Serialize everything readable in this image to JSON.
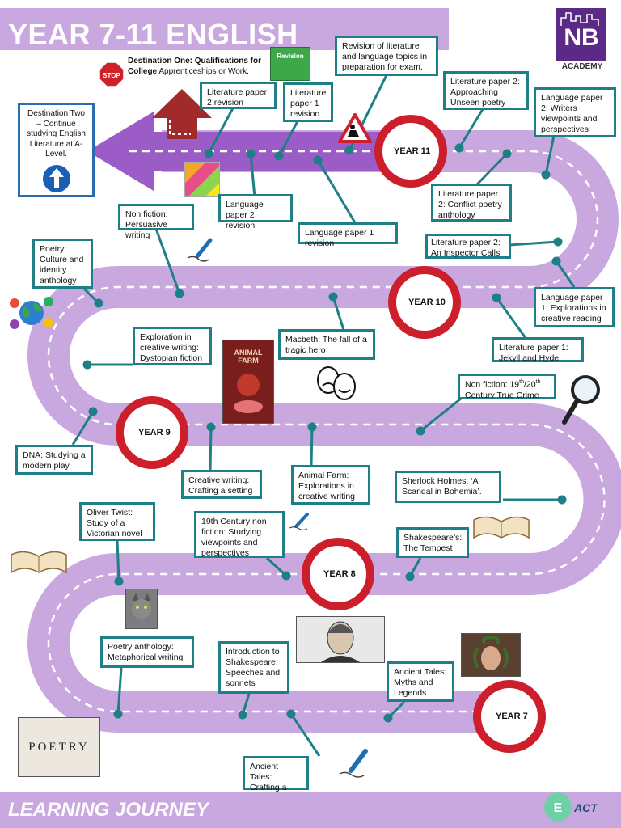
{
  "header": {
    "title": "YEAR 7-11 ENGLISH"
  },
  "footer": {
    "title": "LEARNING JOURNEY"
  },
  "logo": {
    "letters": "NB",
    "subtitle": "ACADEMY"
  },
  "destination_one": {
    "title": "Destination One: Qualifications for College",
    "text": " Apprenticeships or Work."
  },
  "stop_sign": "STOP",
  "revision_sign": "Revision",
  "poetry_sign": "POETRY",
  "animal_farm_cover": "ANIMAL FARM",
  "eact_logo": "ACT",
  "destination_two": {
    "text": "Destination Two – Continue studying English Literature at A-Level."
  },
  "years": {
    "y11": "YEAR 11",
    "y10": "YEAR 10",
    "y9": "YEAR 9",
    "y8": "YEAR 8",
    "y7": "YEAR 7"
  },
  "topics": {
    "revision_lit_lang": "Revision of literature and language topics in preparation for exam.",
    "lit_p2_revision": "Literature paper 2 revision",
    "lit_p1_revision": "Literature paper 1 revision",
    "lit_p2_unseen": "Literature paper 2: Approaching Unseen poetry",
    "lang_p2_writers": "Language paper 2: Writers viewpoints and perspectives",
    "lang_p2_revision": "Language paper 2 revision",
    "lang_p1_revision": "Language paper 1 revision",
    "lit_p2_conflict": "Literature paper 2: Conflict poetry anthology",
    "non_fiction_persuasive": "Non fiction: Persuasive writing",
    "lit_p2_inspector": "Literature paper 2: An Inspector Calls",
    "poetry_culture": "Poetry: Culture and identity anthology",
    "lang_p1_creative": "Language paper 1: Explorations in creative reading",
    "exploration_dystopian": "Exploration in creative writing: Dystopian fiction",
    "macbeth": "Macbeth: The fall of a tragic hero",
    "lit_p1_jekyll": "Literature paper 1: Jekyll and Hyde",
    "non_fiction_true_crime_a": "Non fiction: 19",
    "non_fiction_true_crime_sup1": "th",
    "non_fiction_true_crime_b": "/20",
    "non_fiction_true_crime_sup2": "th",
    "non_fiction_true_crime_c": " Century True Crime",
    "dna": "DNA: Studying a modern play",
    "creative_setting": "Creative writing: Crafting a setting",
    "animal_farm": "Animal Farm: Explorations in creative writing",
    "sherlock": "Sherlock Holmes: ‘A Scandal in Bohemia’.",
    "oliver_twist": "Oliver Twist: Study of a Victorian novel",
    "nineteenth_nonfiction": "19th Century non fiction: Studying viewpoints and perspectives",
    "tempest": "Shakespeare’s: The Tempest",
    "poetry_metaphorical": "Poetry anthology: Metaphorical writing",
    "intro_shakespeare": "Introduction to Shakespeare: Speeches and sonnets",
    "ancient_myths": "Ancient Tales: Myths and Legends",
    "ancient_hero": "Ancient Tales: Crafting a hero"
  },
  "colors": {
    "road": "#c9a8e0",
    "road_arrow": "#9b5cc8",
    "ring": "#cc1f2b",
    "box_border": "#1f7f86",
    "title_bar": "#c9a8e0"
  }
}
